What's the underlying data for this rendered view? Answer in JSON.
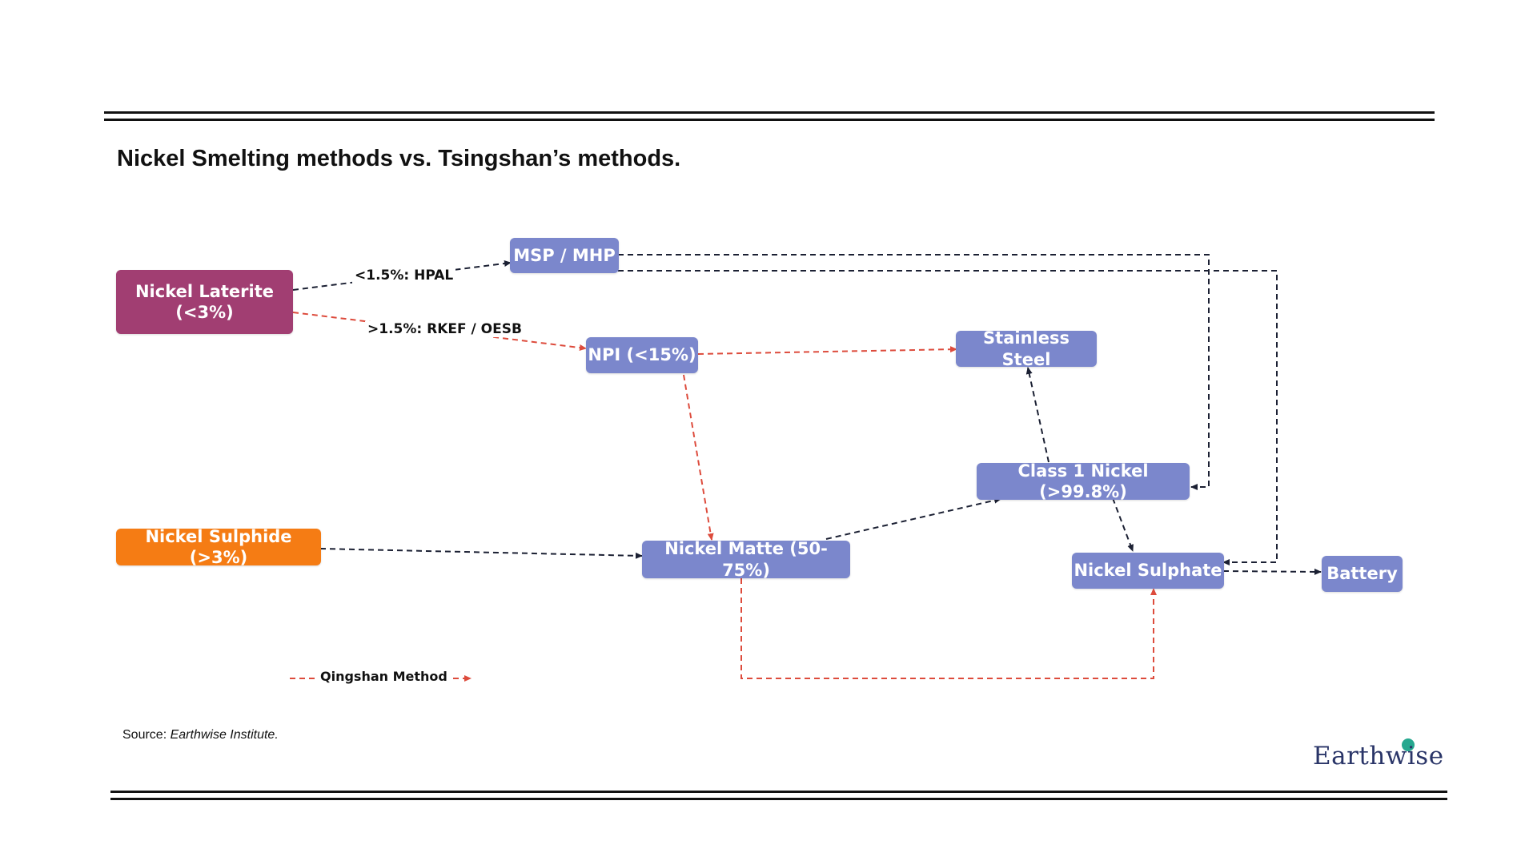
{
  "title": "Nickel Smelting methods vs. Tsingshan’s methods.",
  "colors": {
    "laterite": "#a13e72",
    "sulphide": "#f57c14",
    "process": "#7b87cc",
    "black_edge": "#1b2033",
    "red_edge": "#dd4b3c",
    "logo_text": "#2a3568",
    "logo_dot": "#26a88f"
  },
  "nodes": {
    "laterite": "Nickel Laterite\n(<3%)",
    "msp_mhp": "MSP / MHP",
    "npi": "NPI  (<15%)",
    "stainless": "Stainless Steel",
    "class1": "Class 1 Nickel (>99.8%)",
    "sulphide": "Nickel Sulphide (>3%)",
    "matte": "Nickel Matte (50-75%)",
    "sulphate": "Nickel Sulphate",
    "battery": "Battery"
  },
  "edge_labels": {
    "hpal": "<1.5%: HPAL",
    "rkef": ">1.5%: RKEF / OESB"
  },
  "legend": {
    "label": "Qingshan Method",
    "line_style": "red dashed arrow"
  },
  "source": {
    "prefix": "Source:",
    "name": "Earthwise Institute."
  },
  "logo": {
    "text": "Earthwise"
  }
}
